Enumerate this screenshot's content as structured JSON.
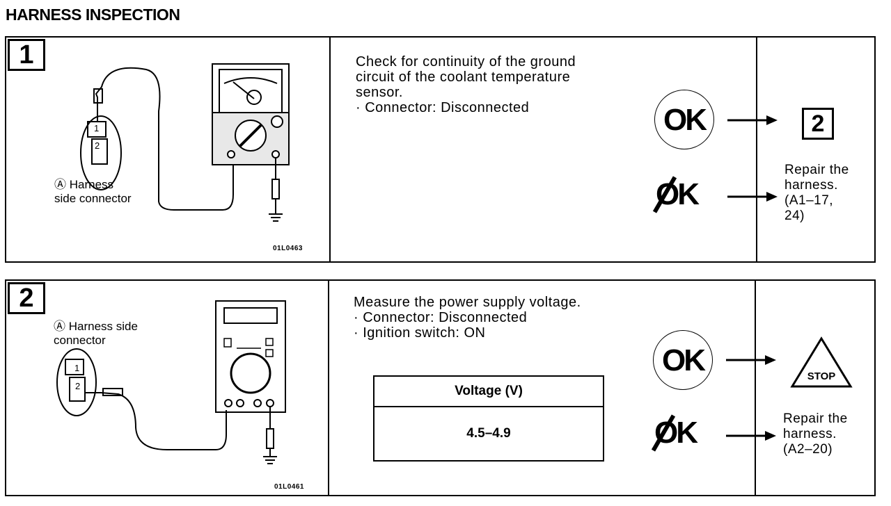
{
  "title": "HARNESS INSPECTION",
  "steps": [
    {
      "number": "1",
      "connector_label": "Harness side connector",
      "connector_pins": [
        "1",
        "2"
      ],
      "image_code": "01L0463",
      "instruction_lines": [
        "Check for continuity of the ground",
        "circuit of the coolant temperature",
        "sensor."
      ],
      "conditions": [
        "· Connector: Disconnected"
      ],
      "ok_label": "OK",
      "ng_label": "OK",
      "ok_result": "2",
      "ng_result_lines": [
        "Repair the",
        "harness.",
        "(A1–17,",
        "24)"
      ]
    },
    {
      "number": "2",
      "connector_label": "Harness side connector",
      "connector_pins": [
        "1",
        "2"
      ],
      "image_code": "01L0461",
      "instruction_lines": [
        "Measure the power supply voltage."
      ],
      "conditions": [
        "· Connector: Disconnected",
        "· Ignition switch: ON"
      ],
      "table_header": "Voltage (V)",
      "table_value": "4.5–4.9",
      "ok_label": "OK",
      "ng_label": "OK",
      "ok_result": "STOP",
      "ng_result_lines": [
        "Repair the",
        "harness.",
        "(A2–20)"
      ]
    }
  ]
}
